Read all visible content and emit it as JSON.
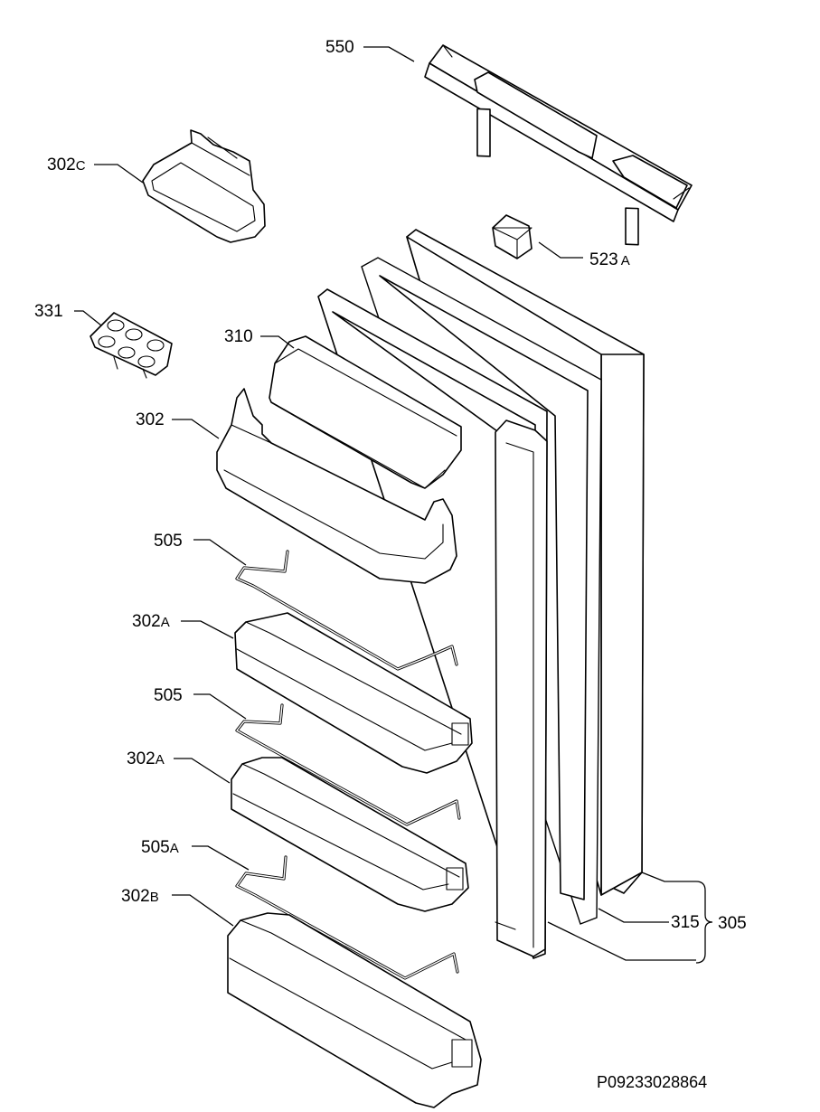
{
  "labels": {
    "l550": {
      "num": "550",
      "suffix": ""
    },
    "l302c": {
      "num": "302",
      "suffix": "C"
    },
    "l523a": {
      "num": "523",
      "suffix": "A"
    },
    "l331": {
      "num": "331",
      "suffix": ""
    },
    "l310": {
      "num": "310",
      "suffix": ""
    },
    "l302": {
      "num": "302",
      "suffix": ""
    },
    "l505_1": {
      "num": "505",
      "suffix": ""
    },
    "l302a_1": {
      "num": "302",
      "suffix": "A"
    },
    "l505_2": {
      "num": "505",
      "suffix": ""
    },
    "l302a_2": {
      "num": "302",
      "suffix": "A"
    },
    "l505a": {
      "num": "505",
      "suffix": "A"
    },
    "l302b": {
      "num": "302",
      "suffix": "B"
    },
    "l315": {
      "num": "315",
      "suffix": ""
    },
    "l305": {
      "num": "305",
      "suffix": ""
    }
  },
  "drawing_code": "P09233028864",
  "icons": {
    "hinge": "hinge-cover-icon",
    "egg_tray": "egg-tray-icon",
    "bottle_stop": "bottle-retainer-icon"
  },
  "colors": {
    "line": "#000000",
    "background": "#ffffff"
  }
}
